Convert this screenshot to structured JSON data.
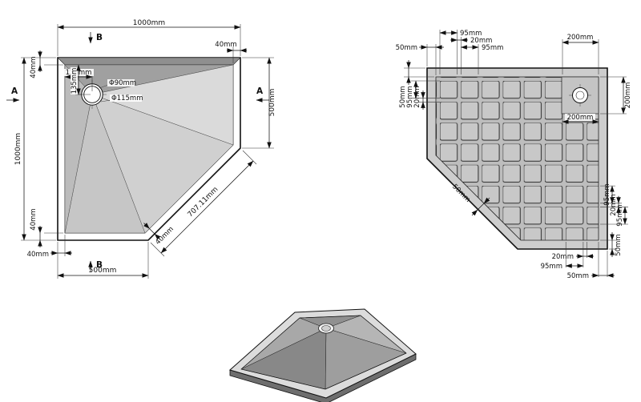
{
  "drawing": {
    "background": "#ffffff",
    "line_color": "#111111"
  },
  "top_view": {
    "dim_width_top": "1000mm",
    "dim_height_left": "1000mm",
    "dim_rim_top_right": "40mm",
    "dim_rim_left_top": "40mm",
    "dim_rim_left_bottom": "40mm",
    "dim_rim_bottom_left": "40mm",
    "dim_bottom_width": "500mm",
    "dim_right_height": "500mm",
    "dim_diagonal": "707.11mm",
    "dim_rim_diagonal": "40mm",
    "dim_drain_offset_h": "135mm",
    "dim_drain_offset_v": "135mm",
    "dim_drain_inner": "Φ90mm",
    "dim_drain_outer": "Φ115mm",
    "section_a": "A",
    "section_b": "B"
  },
  "bottom_view": {
    "dim_top_1": "95mm",
    "dim_top_2": "20mm",
    "dim_top_3": "95mm",
    "dim_rim_top_left": "50mm",
    "dim_drain_top": "200mm",
    "dim_drain_right": "200mm",
    "dim_drain_bottom": "200mm",
    "dim_left_1": "50mm",
    "dim_left_2": "95mm",
    "dim_left_3": "20mm",
    "dim_right_1": "95mm",
    "dim_right_2": "20mm",
    "dim_right_3": "95mm",
    "dim_rim_bottom_right": "50mm",
    "dim_bottom_1": "20mm",
    "dim_bottom_2": "95mm",
    "dim_bottom_3": "50mm",
    "dim_rim_diagonal": "50mm"
  },
  "colors": {
    "rim_top_band": "#8f8f8f",
    "tray_base": "#d2d2d2",
    "bottom_outer": "#cdcdcd",
    "ribs_base": "#bdbdbd",
    "rib_square": "#c8c8c8",
    "iso_rim": "#dcdcdc",
    "iso_side": "#6e6e6e"
  }
}
